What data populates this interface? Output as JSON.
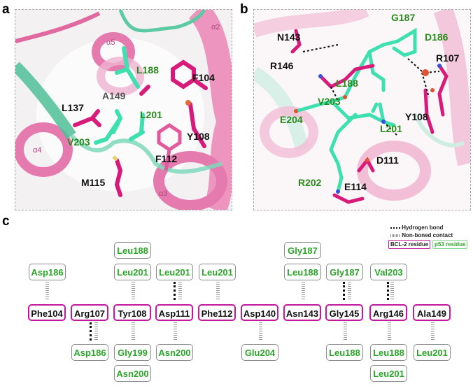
{
  "figure": {
    "panels": {
      "a": {
        "letter": "a",
        "helix_labels": [
          "α5",
          "α2",
          "α4",
          "α3"
        ],
        "bcl2_labels": [
          "F104",
          "L137",
          "Y108",
          "F112",
          "M115"
        ],
        "p53_labels": [
          "L188",
          "L201",
          "V203"
        ],
        "grey_labels": [
          "A149"
        ]
      },
      "b": {
        "letter": "b",
        "bcl2_labels": [
          "N143",
          "R107",
          "R146",
          "Y108",
          "D111",
          "E114"
        ],
        "p53_labels": [
          "G187",
          "D186",
          "L188",
          "V203",
          "E204",
          "L201",
          "R202"
        ]
      },
      "c": {
        "letter": "c",
        "legend": {
          "hbond": "Hydrogen bond",
          "nonbonded": "Non-boned contact",
          "bcl2_residue": "BCL-2 residue",
          "p53_residue": "p53 residue"
        },
        "columns": [
          {
            "bcl2": "Phe104",
            "above": [
              "Asp186"
            ],
            "below": [],
            "above_hbond": false,
            "below_hbond": false
          },
          {
            "bcl2": "Arg107",
            "above": [],
            "below": [
              "Asp186"
            ],
            "above_hbond": false,
            "below_hbond": true
          },
          {
            "bcl2": "Tyr108",
            "above": [
              "Leu188",
              "Leu201"
            ],
            "below": [
              "Gly199",
              "Asn200"
            ],
            "above_hbond": false,
            "below_hbond": false
          },
          {
            "bcl2": "Asp111",
            "above": [
              "Leu201"
            ],
            "below": [
              "Asn200"
            ],
            "above_hbond": true,
            "below_hbond": false
          },
          {
            "bcl2": "Phe112",
            "above": [
              "Leu201"
            ],
            "below": [],
            "above_hbond": false,
            "below_hbond": false
          },
          {
            "bcl2": "Asp140",
            "above": [],
            "below": [
              "Glu204"
            ],
            "above_hbond": false,
            "below_hbond": false
          },
          {
            "bcl2": "Asn143",
            "above": [
              "Gly187",
              "Leu188"
            ],
            "below": [],
            "above_hbond": false,
            "below_hbond": false
          },
          {
            "bcl2": "Gly145",
            "above": [
              "Gly187"
            ],
            "below": [
              "Leu188"
            ],
            "above_hbond": true,
            "below_hbond": false
          },
          {
            "bcl2": "Arg146",
            "above": [
              "Val203"
            ],
            "below": [
              "Leu188",
              "Leu201"
            ],
            "above_hbond": true,
            "below_hbond": false
          },
          {
            "bcl2": "Ala149",
            "above": [],
            "below": [
              "Leu201"
            ],
            "above_hbond": false,
            "below_hbond": false
          }
        ]
      }
    },
    "colors": {
      "bcl2_border": "#c2189e",
      "p53_text": "#2ca52a",
      "p53_stick": "#3fe0b0",
      "bcl2_stick": "#d81b7a",
      "bcl2_ribbon": "#e57fb3"
    }
  }
}
